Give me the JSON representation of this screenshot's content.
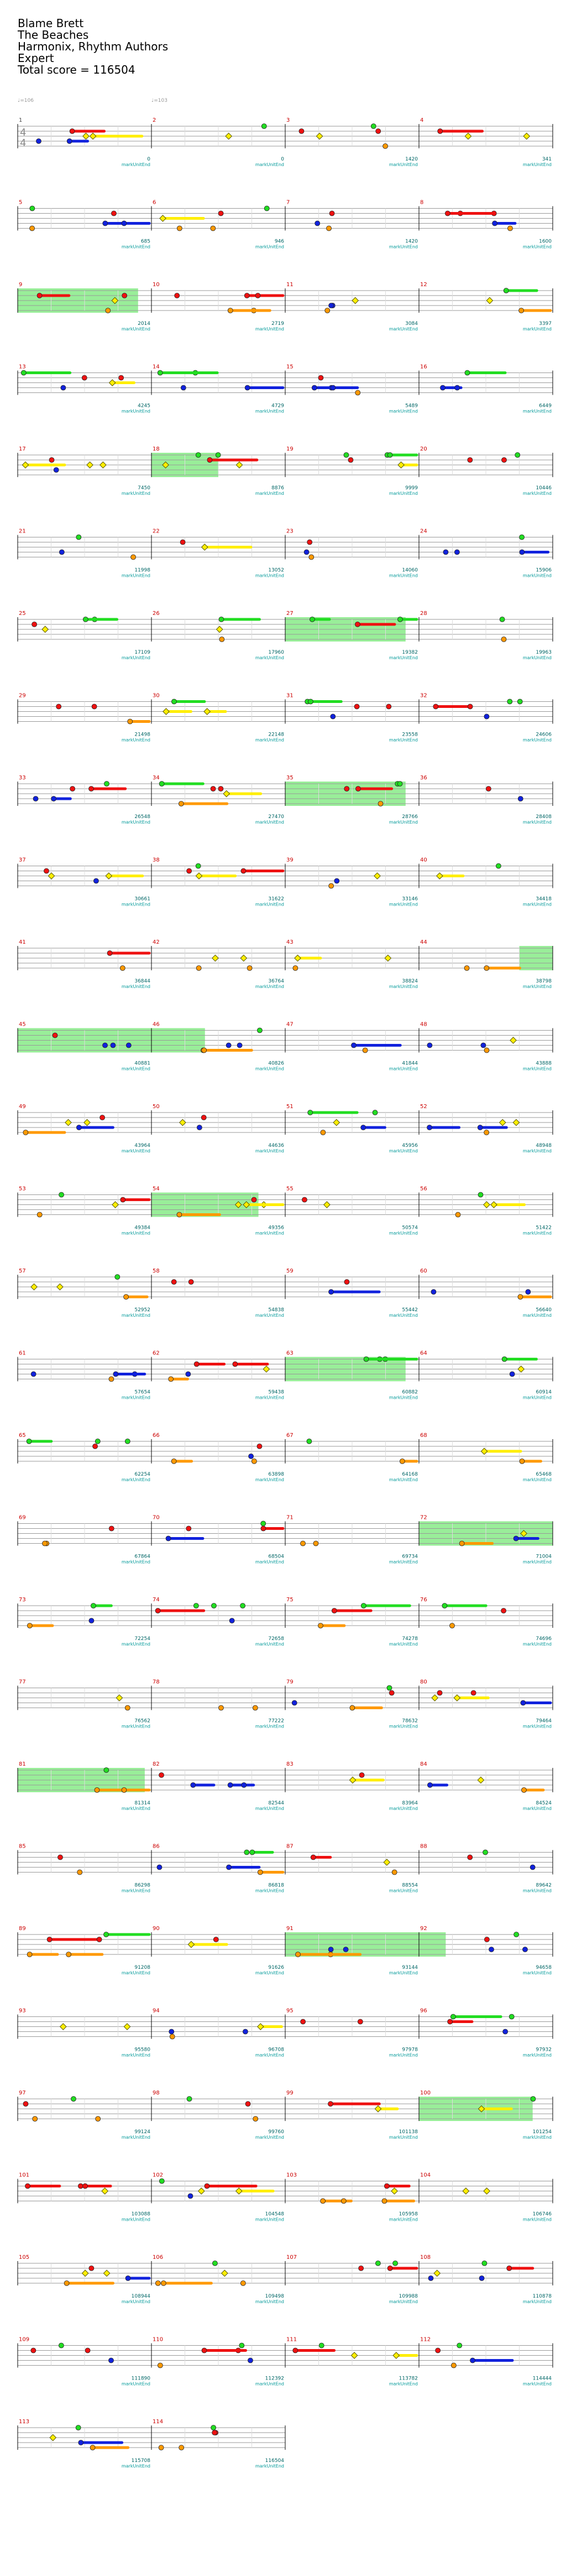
{
  "song": {
    "title": "Blame Brett",
    "artist": "The Beaches",
    "album": "Harmonix, Rhythm Authors",
    "difficulty": "Expert",
    "total_score_label": "Total score = 116504"
  },
  "time_signature": {
    "top": "4",
    "bottom": "4"
  },
  "tempo_marks": [
    "♩=106",
    "♩=103"
  ],
  "measure_count": 114,
  "section_label": "markUnitEnd",
  "colors": {
    "green": "#22dd22",
    "red": "#ee1111",
    "yellow": "#ffee00",
    "blue": "#1122dd",
    "orange": "#ff9900",
    "star_power": "#99ee99",
    "measure_number_first": "#444444",
    "measure_number": "#cc0000",
    "score": "#006666",
    "section": "#009999",
    "measure_count": "#999999"
  },
  "rows": [
    {
      "measures": [
        1,
        2,
        3,
        4
      ],
      "scores": [
        "0",
        "0",
        "1420",
        "341"
      ],
      "star_power": []
    },
    {
      "measures": [
        5,
        6,
        7,
        8
      ],
      "scores": [
        "685",
        "946",
        "1420",
        "1600"
      ],
      "star_power": []
    },
    {
      "measures": [
        9,
        10,
        11,
        12
      ],
      "scores": [
        "2014",
        "2719",
        "3084",
        "3397"
      ],
      "star_power": [
        [
          0,
          0.9
        ]
      ]
    },
    {
      "measures": [
        13,
        14,
        15,
        16
      ],
      "scores": [
        "4245",
        "4729",
        "5489",
        "6449"
      ],
      "star_power": []
    },
    {
      "measures": [
        17,
        18,
        19,
        20
      ],
      "scores": [
        "7450",
        "8876",
        "9999",
        "10446"
      ],
      "star_power": [
        [
          1,
          1.5
        ]
      ]
    },
    {
      "measures": [
        21,
        22,
        23,
        24
      ],
      "scores": [
        "11998",
        "13052",
        "14060",
        "15906"
      ],
      "star_power": []
    },
    {
      "measures": [
        25,
        26,
        27,
        28
      ],
      "scores": [
        "17109",
        "17960",
        "19382",
        "19963"
      ],
      "star_power": [
        [
          2,
          2.9
        ]
      ]
    },
    {
      "measures": [
        29,
        30,
        31,
        32
      ],
      "scores": [
        "21498",
        "22148",
        "23558",
        "24606"
      ],
      "star_power": []
    },
    {
      "measures": [
        33,
        34,
        35,
        36
      ],
      "scores": [
        "26548",
        "27470",
        "28766",
        "28408"
      ],
      "star_power": [
        [
          2,
          2.9
        ]
      ]
    },
    {
      "measures": [
        37,
        38,
        39,
        40
      ],
      "scores": [
        "30661",
        "31622",
        "33146",
        "34418"
      ],
      "star_power": []
    },
    {
      "measures": [
        41,
        42,
        43,
        44
      ],
      "scores": [
        "36844",
        "36764",
        "38824",
        "38798"
      ],
      "star_power": [
        [
          3.75,
          4
        ]
      ]
    },
    {
      "measures": [
        45,
        46,
        47,
        48
      ],
      "scores": [
        "40881",
        "40826",
        "41844",
        "43888"
      ],
      "star_power": [
        [
          0,
          1.4
        ]
      ]
    },
    {
      "measures": [
        49,
        50,
        51,
        52
      ],
      "scores": [
        "43964",
        "44636",
        "45956",
        "48948"
      ],
      "star_power": []
    },
    {
      "measures": [
        53,
        54,
        55,
        56
      ],
      "scores": [
        "49384",
        "49356",
        "50574",
        "51422"
      ],
      "star_power": [
        [
          1,
          1.8
        ]
      ]
    },
    {
      "measures": [
        57,
        58,
        59,
        60
      ],
      "scores": [
        "52952",
        "54838",
        "55442",
        "56640"
      ],
      "star_power": []
    },
    {
      "measures": [
        61,
        62,
        63,
        64
      ],
      "scores": [
        "57654",
        "59438",
        "60882",
        "60914"
      ],
      "star_power": [
        [
          2,
          2.9
        ]
      ]
    },
    {
      "measures": [
        65,
        66,
        67,
        68
      ],
      "scores": [
        "62254",
        "63898",
        "64168",
        "65468"
      ],
      "star_power": []
    },
    {
      "measures": [
        69,
        70,
        71,
        72
      ],
      "scores": [
        "67864",
        "68504",
        "69734",
        "71004"
      ],
      "star_power": [
        [
          3,
          4
        ]
      ]
    },
    {
      "measures": [
        73,
        74,
        75,
        76
      ],
      "scores": [
        "72254",
        "72658",
        "74278",
        "74696"
      ],
      "star_power": []
    },
    {
      "measures": [
        77,
        78,
        79,
        80
      ],
      "scores": [
        "76562",
        "77222",
        "78632",
        "79464"
      ],
      "star_power": []
    },
    {
      "measures": [
        81,
        82,
        83,
        84
      ],
      "scores": [
        "81314",
        "82544",
        "83964",
        "84524"
      ],
      "star_power": [
        [
          0,
          0.95
        ]
      ]
    },
    {
      "measures": [
        85,
        86,
        87,
        88
      ],
      "scores": [
        "86298",
        "86818",
        "88554",
        "89642"
      ],
      "star_power": []
    },
    {
      "measures": [
        89,
        90,
        91,
        92
      ],
      "scores": [
        "91208",
        "91626",
        "93144",
        "94658"
      ],
      "star_power": [
        [
          2,
          3.2
        ]
      ]
    },
    {
      "measures": [
        93,
        94,
        95,
        96
      ],
      "scores": [
        "95580",
        "96708",
        "97978",
        "97932"
      ],
      "star_power": []
    },
    {
      "measures": [
        97,
        98,
        99,
        100
      ],
      "scores": [
        "99124",
        "99760",
        "101138",
        "101254"
      ],
      "star_power": [
        [
          3,
          3.85
        ]
      ]
    },
    {
      "measures": [
        101,
        102,
        103,
        104
      ],
      "scores": [
        "103088",
        "104548",
        "105958",
        "106746"
      ],
      "star_power": []
    },
    {
      "measures": [
        105,
        106,
        107,
        108
      ],
      "scores": [
        "108944",
        "109498",
        "109988",
        "110878"
      ],
      "star_power": []
    },
    {
      "measures": [
        109,
        110,
        111,
        112
      ],
      "scores": [
        "111890",
        "112392",
        "113782",
        "114444"
      ],
      "star_power": []
    },
    {
      "measures": [
        113,
        114
      ],
      "scores": [
        "115708",
        "116504"
      ],
      "star_power": []
    }
  ]
}
